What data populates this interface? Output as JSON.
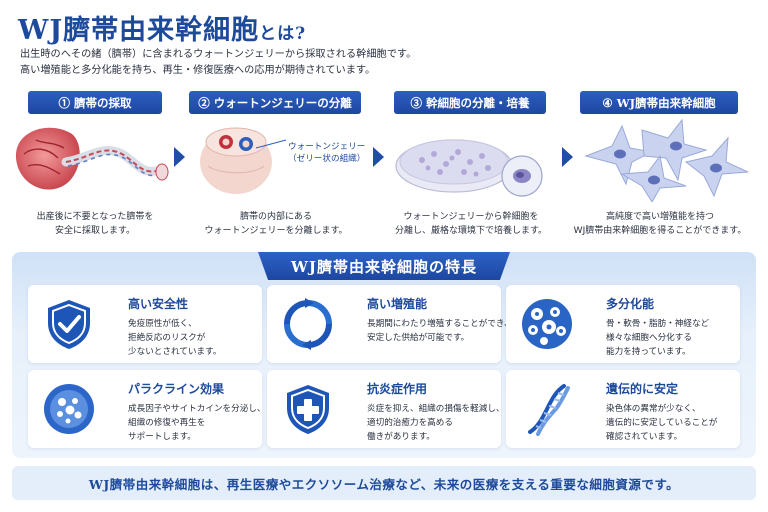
{
  "header": {
    "title_main": "WJ臍帯由来幹細胞",
    "title_suffix": "とは?",
    "intro_line1": "出生時のへその緒（臍帯）に含まれるウォートンジェリーから採取される幹細胞です。",
    "intro_line2": "高い増殖能と多分化能を持ち、再生・修復医療への応用が期待されています。"
  },
  "steps": [
    {
      "label": "① 臍帯の採取",
      "caption_line1": "出産後に不要となった臍帯を",
      "caption_line2": "安全に採取します。"
    },
    {
      "label": "② ウォートンジェリーの分離",
      "caption_line1": "臍帯の内部にある",
      "caption_line2": "ウォートンジェリーを分離します。",
      "callout_line1": "ウォートンジェリー",
      "callout_line2": "（ゼリー状の組織）"
    },
    {
      "label": "③ 幹細胞の分離・培養",
      "caption_line1": "ウォートンジェリーから幹細胞を",
      "caption_line2": "分離し、厳格な環境下で培養します。"
    },
    {
      "label": "④ WJ臍帯由来幹細胞",
      "caption_line1": "高純度で高い増殖能を持つ",
      "caption_line2": "WJ臍帯由来幹細胞を得ることができます。"
    }
  ],
  "features": {
    "title": "WJ臍帯由来幹細胞の特長",
    "cards": [
      {
        "title": "高い安全性",
        "line1": "免疫原性が低く、",
        "line2": "拒絶反応のリスクが",
        "line3": "少ないとされています。",
        "icon": "shield-check-icon"
      },
      {
        "title": "高い増殖能",
        "line1": "長期間にわたり増殖することができ、",
        "line2": "安定した供給が可能です。",
        "line3": "",
        "icon": "cycle-arrows-icon"
      },
      {
        "title": "多分化能",
        "line1": "骨・軟骨・脂肪・神経など",
        "line2": "様々な細胞へ分化する",
        "line3": "能力を持っています。",
        "icon": "cells-icon"
      },
      {
        "title": "パラクライン効果",
        "line1": "成長因子やサイトカインを分泌し、",
        "line2": "組織の修復や再生を",
        "line3": "サポートします。",
        "icon": "vesicle-icon"
      },
      {
        "title": "抗炎症作用",
        "line1": "炎症を抑え、組織の損傷を軽減し、",
        "line2": "適切的治癒力を高める",
        "line3": "働きがあります。",
        "icon": "shield-cross-icon"
      },
      {
        "title": "遺伝的に安定",
        "line1": "染色体の異常が少なく、",
        "line2": "遺伝的に安定していることが",
        "line3": "確認されています。",
        "icon": "dna-icon"
      }
    ]
  },
  "footer": {
    "text": "WJ臍帯由来幹細胞は、再生医療やエクソソーム治療など、未来の医療を支える重要な細胞資源です。"
  },
  "colors": {
    "primary": "#1e4a9c",
    "accent": "#2b5fc0",
    "panel": "#e7f0fb"
  }
}
